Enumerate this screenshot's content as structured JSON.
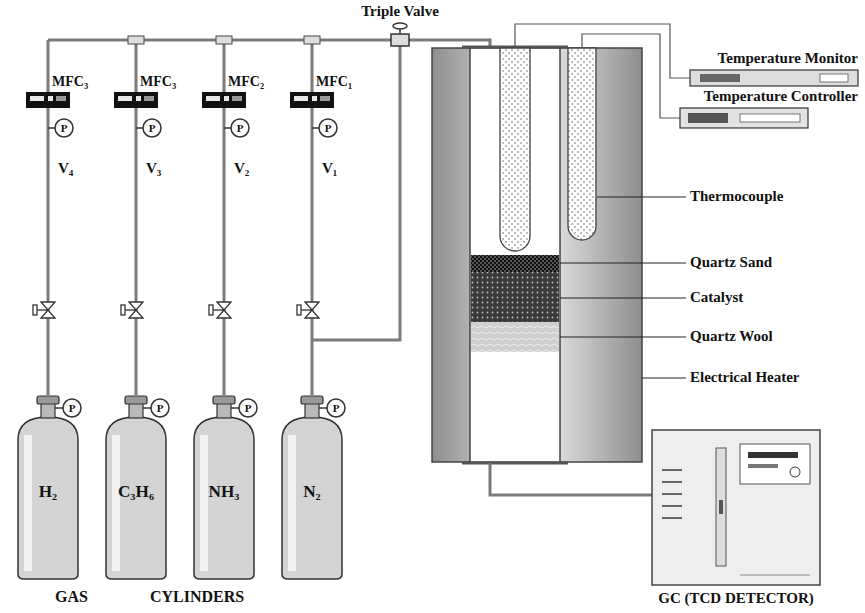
{
  "diagram": {
    "nodes": [
      {
        "text": [
          "MFC₃"
        ]
      },
      {
        "text": [
          "MFC₃"
        ]
      },
      {
        "text": [
          "MFC₂"
        ]
      },
      {
        "text": [
          "MFC₁"
        ]
      },
      {
        "text": [
          "H₂"
        ]
      },
      {
        "text": [
          "C₃H₆"
        ]
      },
      {
        "text": [
          "NH₃"
        ]
      },
      {
        "text": [
          "N₂"
        ]
      }
    ],
    "edges": [
      {
        "from": 4,
        "to": 0,
        "arrow": "none"
      },
      {
        "from": 5,
        "to": 1,
        "arrow": "none"
      },
      {
        "from": 6,
        "to": 2,
        "arrow": "none"
      },
      {
        "from": 7,
        "to": 3,
        "arrow": "none"
      }
    ],
    "labels": [
      "Triple Valve",
      "V₄",
      "V₃",
      "V₂",
      "V₁",
      "P",
      "P",
      "P",
      "P",
      "P",
      "P",
      "P",
      "P",
      "Temperature Monitor",
      "Temperature Controller",
      "Thermocouple",
      "Quartz Sand",
      "Catalyst",
      "Quartz Wool",
      "Electrical Heater",
      "GAS",
      "CYLINDERS",
      "GC (TCD DETECTOR)"
    ]
  }
}
